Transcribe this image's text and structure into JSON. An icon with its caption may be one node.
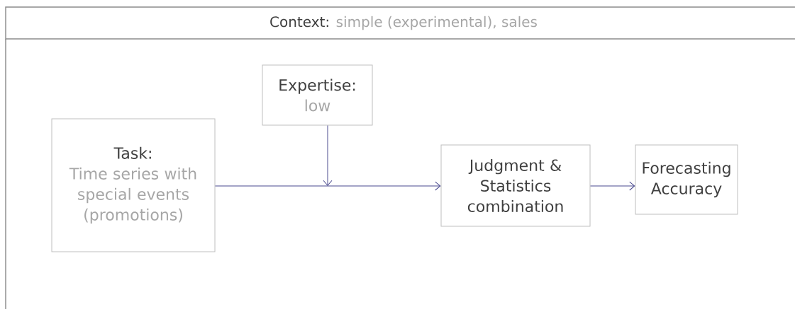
{
  "diagram": {
    "nodes": [
      {
        "text": [
          "Context:",
          "simple (experimental), sales"
        ]
      },
      {
        "text": [
          "Expertise:",
          "low"
        ]
      },
      {
        "text": [
          "Task:",
          "Time series with special events (promotions)"
        ]
      },
      {
        "text": [
          "Judgment & Statistics combination"
        ]
      },
      {
        "text": [
          "Forecasting Accuracy"
        ]
      }
    ],
    "edges": [
      {
        "from": 2,
        "to": 3,
        "arrow": "to"
      },
      {
        "from": 1,
        "to": null,
        "arrow": "to"
      },
      {
        "from": 3,
        "to": 4,
        "arrow": "to"
      }
    ]
  }
}
